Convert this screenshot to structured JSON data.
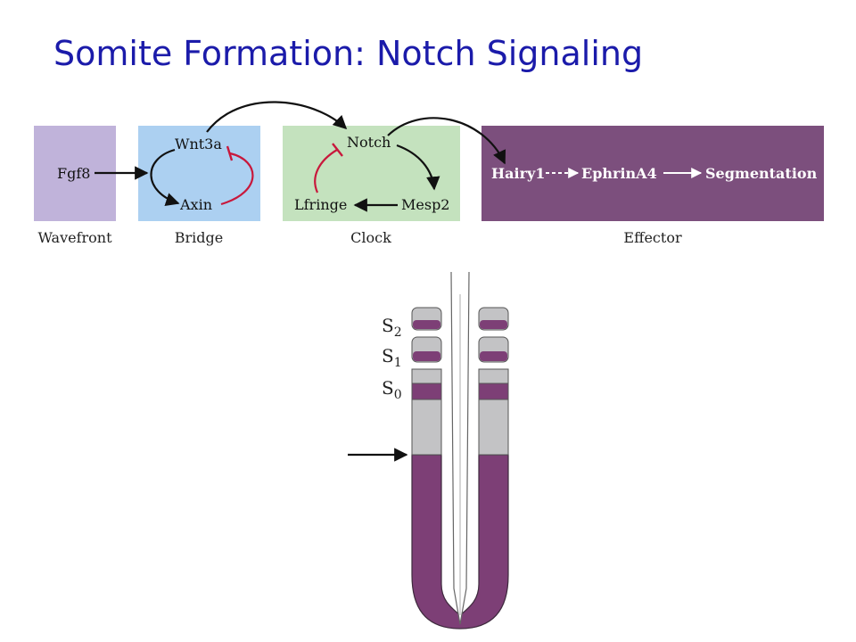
{
  "title": "Somite Formation: Notch Signaling",
  "colors": {
    "title": "#1b1baa",
    "wavefront_box": "#c0b3da",
    "bridge_box": "#acd0f1",
    "clock_box": "#c4e2be",
    "effector_box": "#7c4f7d",
    "effector_text": "#ffffff",
    "inhibition": "#c8183c",
    "arrow": "#111111",
    "tissue_purple": "#7d3f76",
    "tissue_gray": "#c3c3c5"
  },
  "boxes": {
    "wavefront": {
      "label": "Wavefront",
      "genes": [
        "Fgf8"
      ]
    },
    "bridge": {
      "label": "Bridge",
      "genes": [
        "Wnt3a",
        "Axin"
      ]
    },
    "clock": {
      "label": "Clock",
      "genes": [
        "Notch",
        "Lfringe",
        "Mesp2"
      ]
    },
    "effector": {
      "label": "Effector",
      "genes": [
        "Hairy1",
        "EphrinA4",
        "Segmentation"
      ]
    }
  },
  "somites": {
    "labels": [
      {
        "base": "S",
        "sub": "2"
      },
      {
        "base": "S",
        "sub": "1"
      },
      {
        "base": "S",
        "sub": "0"
      }
    ]
  }
}
